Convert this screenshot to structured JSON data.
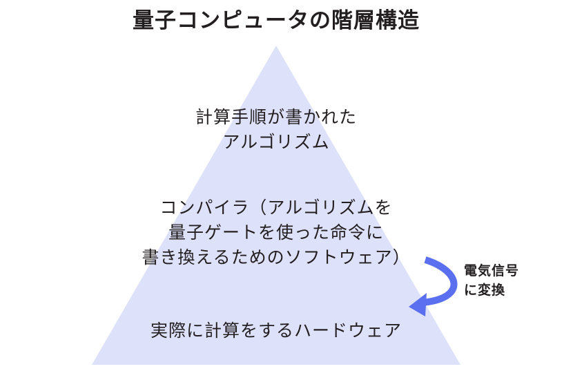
{
  "title": "量子コンピュータの階層構造",
  "layers": {
    "top": {
      "lines": [
        "計算手順が書かれた",
        "アルゴリズム"
      ]
    },
    "middle": {
      "lines": [
        "コンパイラ（アルゴリズムを",
        "量子ゲートを使った命令に",
        "書き換えるためのソフトウェア）"
      ]
    },
    "bottom": {
      "lines": [
        "実際に計算をするハードウェア"
      ]
    }
  },
  "arrow": {
    "label_lines": [
      "電気信号",
      "に変換"
    ]
  },
  "colors": {
    "pyramid_fill": "#dde1fa",
    "arrow": "#5a70f0",
    "text": "#231f20"
  }
}
